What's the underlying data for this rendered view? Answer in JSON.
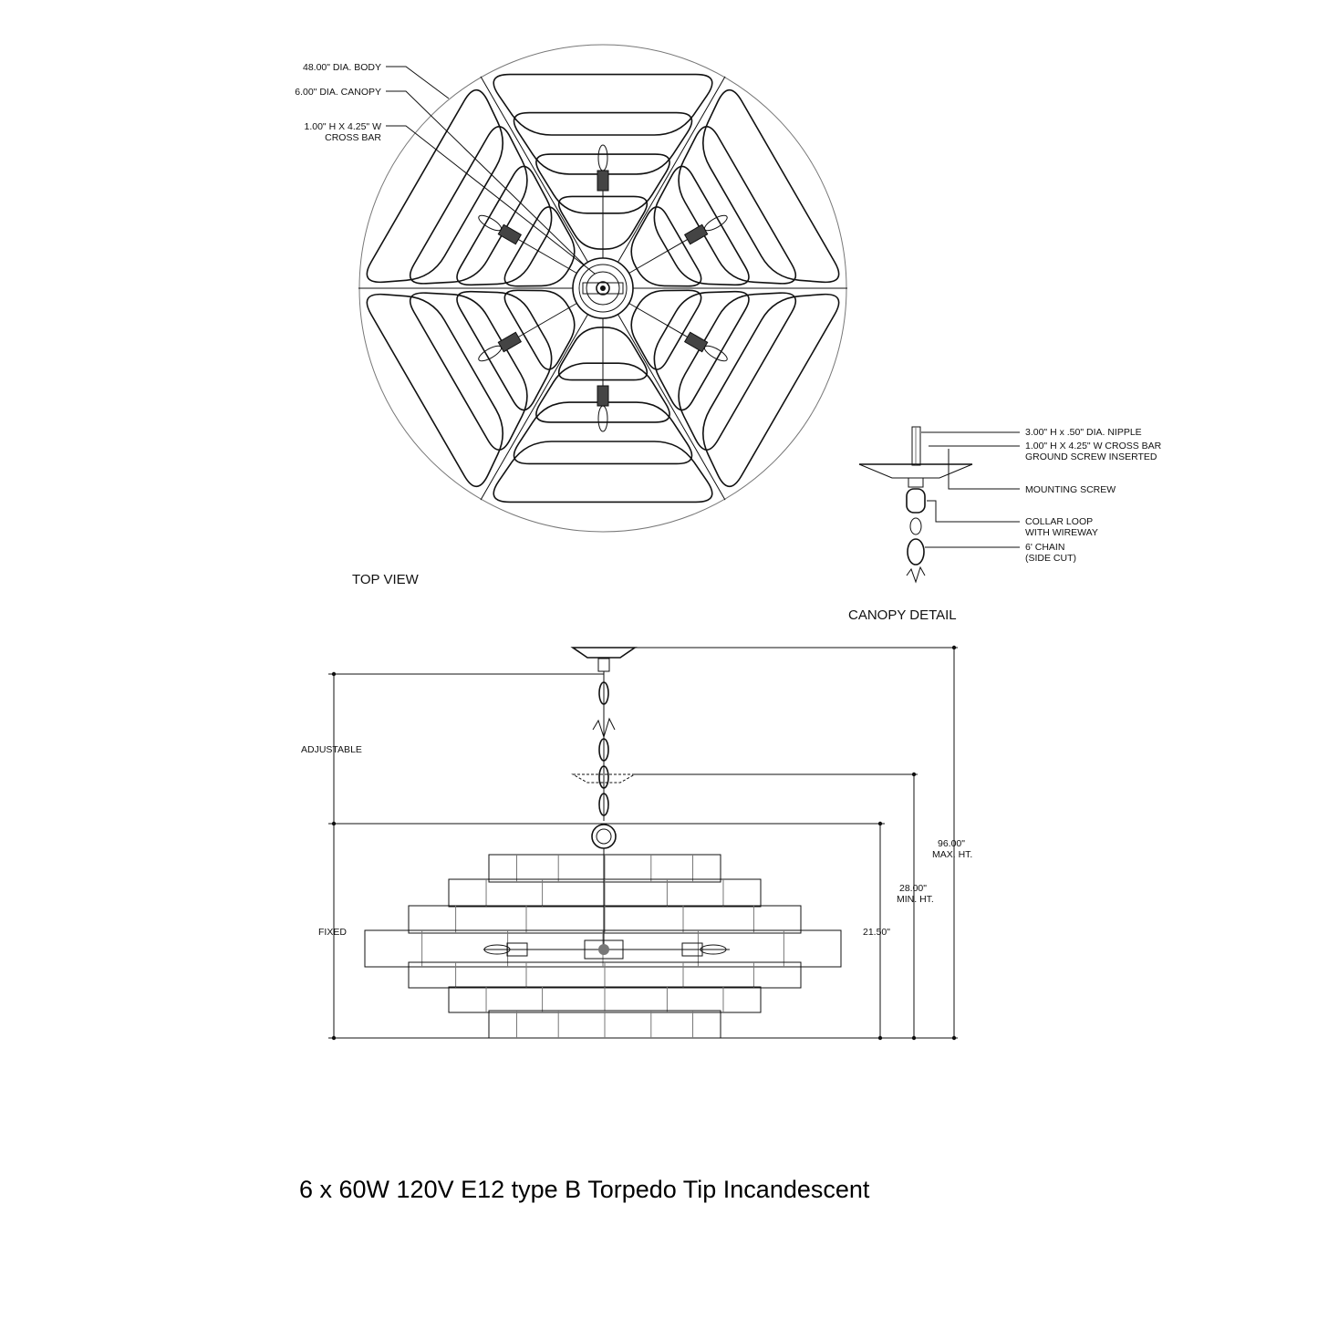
{
  "top_view": {
    "title": "TOP VIEW",
    "callouts": {
      "body_dia": "48.00\" DIA. BODY",
      "canopy_dia": "6.00\" DIA. CANOPY",
      "cross_bar_line1": "1.00\" H X 4.25\" W",
      "cross_bar_line2": "CROSS BAR"
    }
  },
  "canopy_detail": {
    "title": "CANOPY DETAIL",
    "callouts": {
      "nipple": "3.00\" H x .50\" DIA. NIPPLE",
      "cross_bar": "1.00\" H X 4.25\" W CROSS BAR",
      "ground_screw": "GROUND SCREW INSERTED",
      "mounting_screw": "MOUNTING SCREW",
      "collar_loop_line1": "COLLAR LOOP",
      "collar_loop_line2": "WITH WIREWAY",
      "chain_line1": "6' CHAIN",
      "chain_line2": "(SIDE CUT)"
    }
  },
  "side_view": {
    "adjustable_label": "ADJUSTABLE",
    "fixed_label": "FIXED",
    "body_height": "21.50\"",
    "min_height_line1": "28.00\"",
    "min_height_line2": "MIN. HT.",
    "max_height_line1": "96.00\"",
    "max_height_line2": "MAX. HT."
  },
  "bulb_caption": "6 x 60W 120V E12 type B Torpedo Tip Incandescent"
}
